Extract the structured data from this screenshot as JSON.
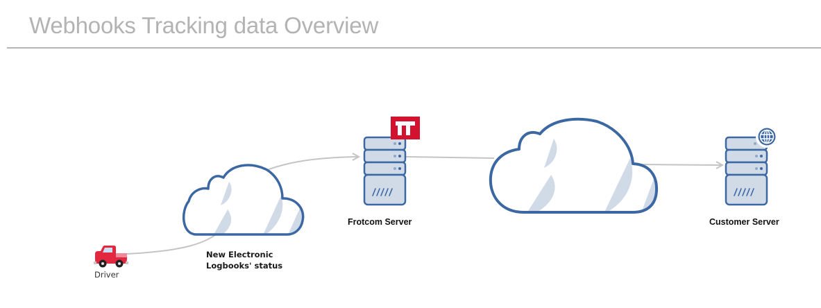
{
  "header": {
    "title": "Webhooks Tracking data Overview"
  },
  "diagram": {
    "nodes": [
      {
        "id": "driver",
        "label": "Driver",
        "icon": "pickup-truck-icon"
      },
      {
        "id": "elb-cloud",
        "label_line1": "New Electronic",
        "label_line2": "Logbooks' status",
        "icon": "cloud-icon"
      },
      {
        "id": "frotcom-server",
        "label": "Frotcom Server",
        "icon": "server-icon",
        "badge": "frotcom-logo-icon"
      },
      {
        "id": "internet-cloud",
        "label": "",
        "icon": "cloud-icon"
      },
      {
        "id": "customer-server",
        "label": "Customer Server",
        "icon": "server-icon",
        "badge": "globe-icon"
      }
    ],
    "edges": [
      {
        "from": "driver",
        "to": "frotcom-server",
        "via": "elb-cloud",
        "arrow": true
      },
      {
        "from": "frotcom-server",
        "to": "customer-server",
        "via": "internet-cloud",
        "arrow": true
      }
    ],
    "colors": {
      "outline": "#3b67a3",
      "fill_light": "#d1dbe8",
      "connector": "#c4c4c4",
      "brand_red": "#d2122e",
      "truck_red": "#e2283f",
      "title_gray": "#b3b3b3"
    }
  }
}
